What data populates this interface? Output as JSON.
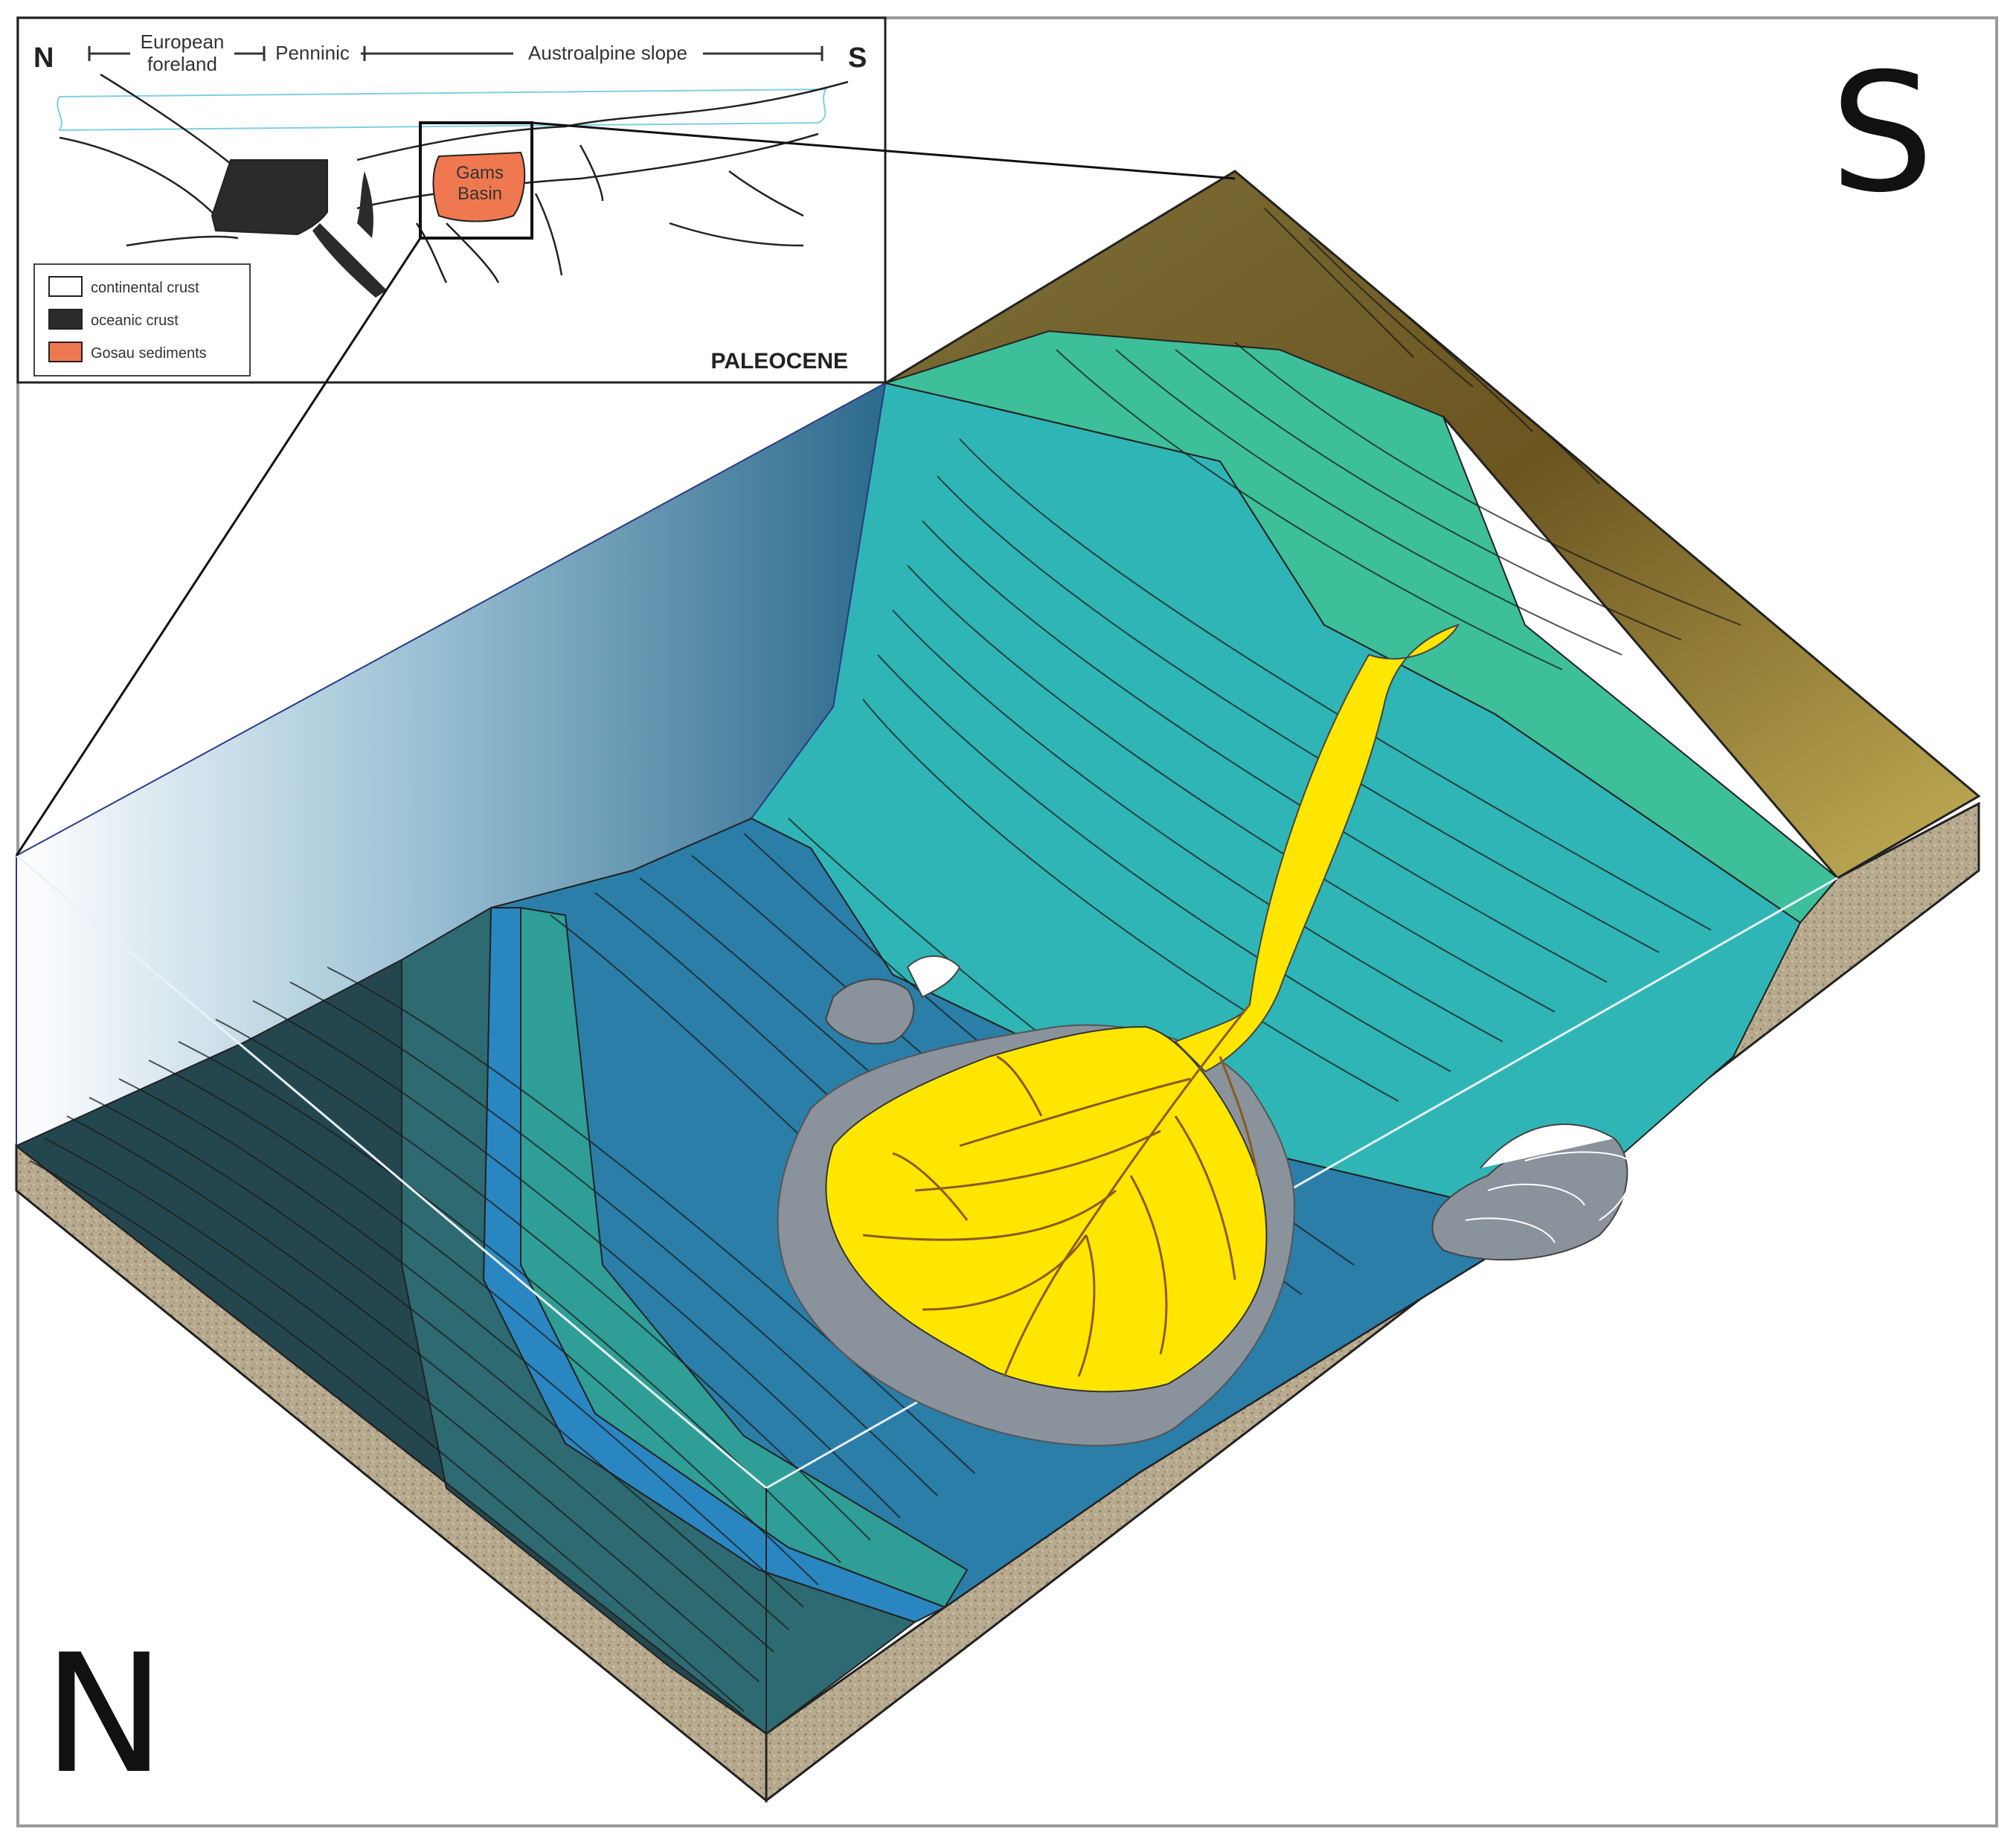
{
  "labels": {
    "south": "S",
    "north": "N"
  },
  "inset": {
    "north": "N",
    "south": "S",
    "european_foreland_line1": "European",
    "european_foreland_line2": "foreland",
    "penninic": "Penninic",
    "austroalpine_slope": "Austroalpine slope",
    "basin_line1": "Gams",
    "basin_line2": "Basin",
    "period": "PALEOCENE",
    "legend": [
      {
        "label": "continental crust",
        "color": "#ffffff"
      },
      {
        "label": "oceanic crust",
        "color": "#2b2b2b"
      },
      {
        "label": "Gosau sediments",
        "color": "#f07850"
      }
    ]
  },
  "colors": {
    "shelf_teal": "#2fb5b5",
    "upper_shelf_green": "#3dbf9a",
    "basin_blue": "#2a7ea8",
    "deep_slope": "#2e6a72",
    "darkest_slope": "#24474f",
    "fan_yellow": "#ffe600",
    "fan_rim_grey": "#8a929b",
    "sand": "#b5a88c",
    "land_olive": "#8a7a3c",
    "water_top": "#ffffff",
    "water_bottom": "#2c6a8c"
  }
}
